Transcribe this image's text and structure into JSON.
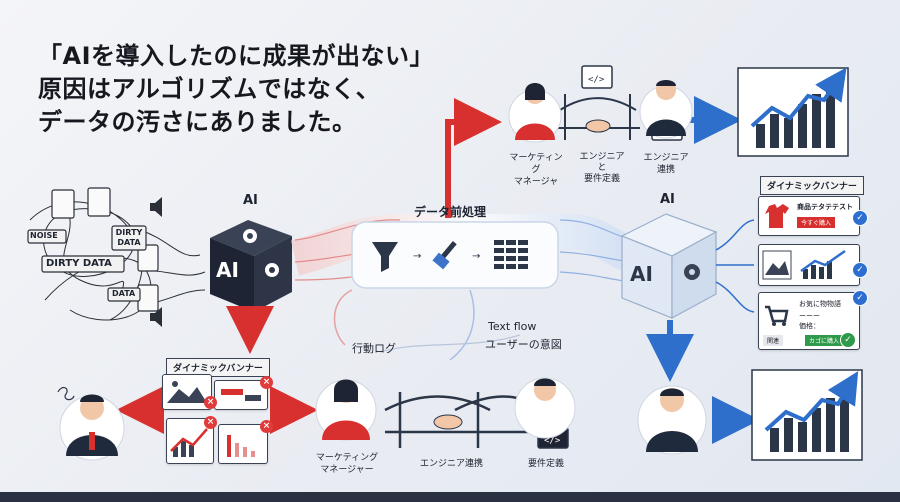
{
  "headline": {
    "line1": "「AIを導入したのに成果が出ない」",
    "line2": "原因はアルゴリズムではなく、",
    "line3": "データの汚さにありました。"
  },
  "noise": {
    "labels": [
      "NOISE",
      "DIRTY DATA",
      "DIRTY DATA",
      "DATA"
    ]
  },
  "ai_left": {
    "label": "AI",
    "cube_text": "AI"
  },
  "ai_right": {
    "label": "AI",
    "cube_text": "AI"
  },
  "preprocess": {
    "label": "データ前処理"
  },
  "flow_labels": {
    "action_log": "行動ログ",
    "text_flow": "Text flow",
    "user_intent": "ユーザーの意図"
  },
  "top_team": {
    "marketing": "マーケティング\nマネージャ",
    "engineer_left": "エンジニア\nと\n要件定義",
    "engineer_right": "エンジニア\n連携"
  },
  "bottom_team": {
    "marketing": "マーケティング\nマネージャー",
    "engineer": "エンジニア連携",
    "requirements": "要件定義"
  },
  "left_banner": {
    "title": "ダイナミックバンナー"
  },
  "right_banner": {
    "title": "ダイナミックバンナー",
    "card1_title": "商品テタテテスト",
    "card1_button": "今すぐ購入",
    "card3_title": "お気に物物語",
    "card3_row1": "ーーー",
    "card3_row2": "価格：",
    "card3_badge": "関連",
    "card3_button": "カゴに購入"
  },
  "colors": {
    "red": "#d8302f",
    "blue": "#2f6fcc",
    "navy": "#1f2a3d",
    "cube_dark": "#1e2433",
    "cube_glass": "#dfe8f4"
  },
  "icons": [
    "gear-icon",
    "funnel-icon",
    "brush-icon",
    "grid-icon",
    "code-icon",
    "handshake-icon",
    "bridge-icon",
    "cart-icon",
    "image-icon",
    "bar-chart-icon",
    "check-icon",
    "close-icon",
    "speaker-icon",
    "document-icon",
    "person-icon"
  ]
}
